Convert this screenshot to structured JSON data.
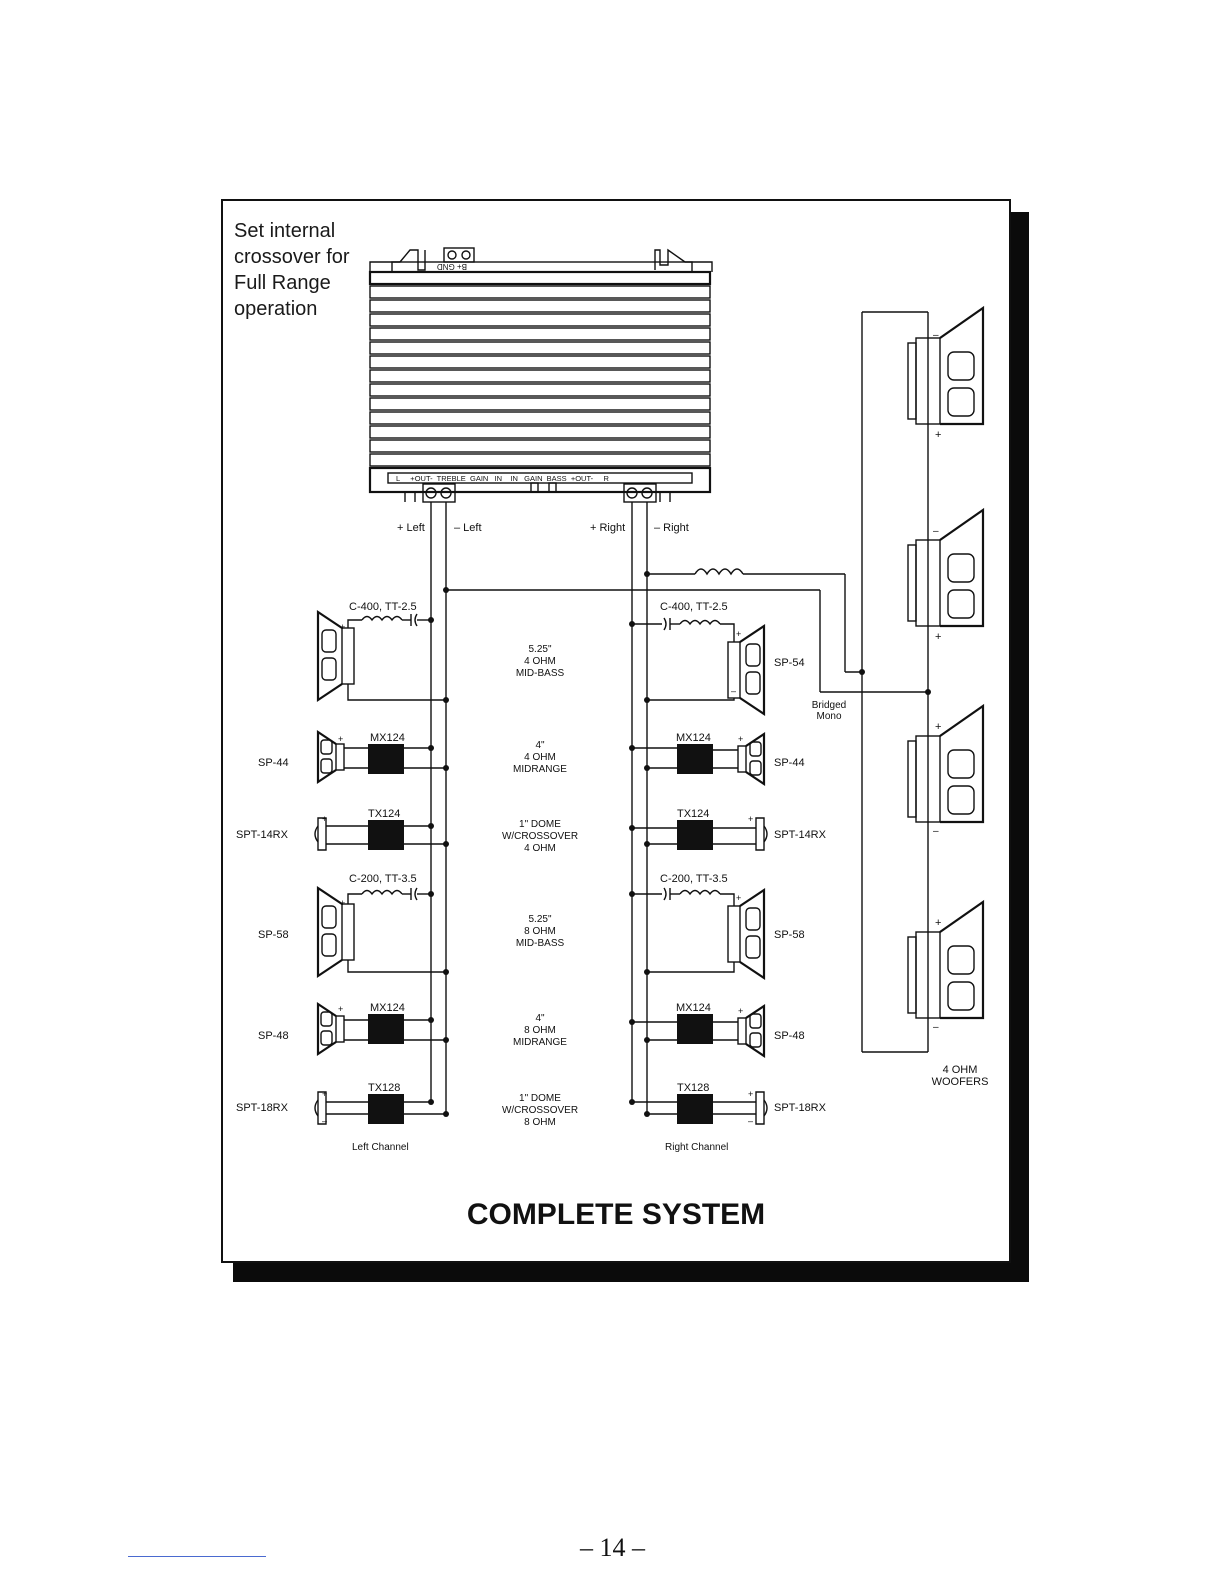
{
  "note": {
    "lines": [
      "Set internal",
      "crossover for",
      "Full Range",
      "operation"
    ]
  },
  "amplifier": {
    "top_terminal": "B+ GND",
    "bottom_terminals": "L     +OUT-  TREBLE  GAIN   IN    IN   GAIN  BASS  +OUT-     R"
  },
  "wire_labels": {
    "plus_left": "+ Left",
    "minus_left": "– Left",
    "plus_right": "+ Right",
    "minus_right": "– Right"
  },
  "left_channel": {
    "label": "Left Channel",
    "rows": [
      {
        "speaker": "",
        "component": "C-400, TT-2.5"
      },
      {
        "speaker": "SP-44",
        "component": "MX124"
      },
      {
        "speaker": "SPT-14RX",
        "component": "TX124"
      },
      {
        "speaker": "SP-58",
        "component": "C-200, TT-3.5"
      },
      {
        "speaker": "SP-48",
        "component": "MX124"
      },
      {
        "speaker": "SPT-18RX",
        "component": "TX128"
      }
    ]
  },
  "right_channel": {
    "label": "Right Channel",
    "rows": [
      {
        "speaker": "SP-54",
        "component": "C-400, TT-2.5"
      },
      {
        "speaker": "SP-44",
        "component": "MX124"
      },
      {
        "speaker": "SPT-14RX",
        "component": "TX124"
      },
      {
        "speaker": "SP-58",
        "component": "C-200, TT-3.5"
      },
      {
        "speaker": "SP-48",
        "component": "MX124"
      },
      {
        "speaker": "SPT-18RX",
        "component": "TX128"
      }
    ]
  },
  "center_descriptions": [
    [
      "5.25\"",
      "4 OHM",
      "MID-BASS"
    ],
    [
      "4\"",
      "4 OHM",
      "MIDRANGE"
    ],
    [
      "1\" DOME",
      "W/CROSSOVER",
      "4 OHM"
    ],
    [
      "5.25\"",
      "8 OHM",
      "MID-BASS"
    ],
    [
      "4\"",
      "8 OHM",
      "MIDRANGE"
    ],
    [
      "1\" DOME",
      "W/CROSSOVER",
      "8 OHM"
    ]
  ],
  "bridged_label": [
    "Bridged",
    "Mono"
  ],
  "woofers_label": [
    "4 OHM",
    "WOOFERS"
  ],
  "title": "COMPLETE SYSTEM",
  "page_number": "– 14 –"
}
